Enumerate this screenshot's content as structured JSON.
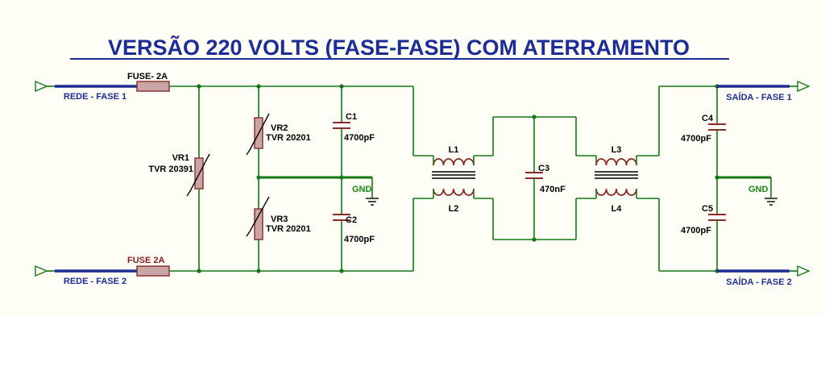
{
  "title": "VERSÃO 220 VOLTS (FASE-FASE) COM ATERRAMENTO",
  "ports": {
    "in1": "REDE - FASE 1",
    "in2": "REDE - FASE 2",
    "out1": "SAÍDA - FASE 1",
    "out2": "SAÍDA - FASE 2"
  },
  "fuses": {
    "f1": "FUSE- 2A",
    "f2": "FUSE 2A"
  },
  "varistors": {
    "vr1": {
      "ref": "VR1",
      "value": "TVR 20391"
    },
    "vr2": {
      "ref": "VR2",
      "value": "TVR 20201"
    },
    "vr3": {
      "ref": "VR3",
      "value": "TVR 20201"
    }
  },
  "capacitors": {
    "c1": {
      "ref": "C1",
      "value": "4700pF"
    },
    "c2": {
      "ref": "C2",
      "value": "4700pF"
    },
    "c3": {
      "ref": "C3",
      "value": "470nF"
    },
    "c4": {
      "ref": "C4",
      "value": "4700pF"
    },
    "c5": {
      "ref": "C5",
      "value": "4700pF"
    }
  },
  "inductors": {
    "l1": "L1",
    "l2": "L2",
    "l3": "L3",
    "l4": "L4"
  },
  "ground": {
    "g1": "GND",
    "g2": "GND"
  },
  "colors": {
    "title": "#1c2e96",
    "wire": "#137813",
    "component": "#8a2a2a",
    "fuse2_label": "#8a1a1a"
  }
}
